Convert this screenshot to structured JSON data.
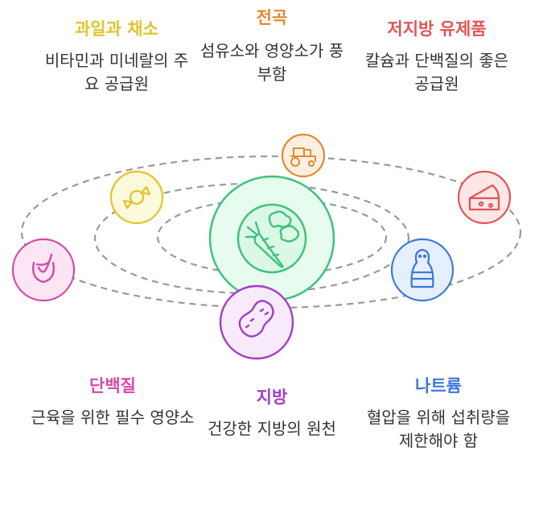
{
  "colors": {
    "fruits": "#e0c42a",
    "grains": "#e08a2e",
    "dairy": "#e05555",
    "protein": "#d44aa8",
    "fat": "#a23fc2",
    "sodium": "#3d79d8",
    "center": "#3cc47a",
    "orbit": "#999999"
  },
  "center": {
    "icon": "vegetables-carrot-icon"
  },
  "nodes": {
    "fruits": {
      "title": "과일과 채소",
      "desc": "비타민과 미네랄의 주요 공급원",
      "icon": "candy-icon"
    },
    "grains": {
      "title": "전곡",
      "desc": "섬유소와 영양소가 풍부함",
      "icon": "tractor-icon"
    },
    "dairy": {
      "title": "저지방 유제품",
      "desc": "칼슘과 단백질의 좋은 공급원",
      "icon": "cheese-icon"
    },
    "protein": {
      "title": "단백질",
      "desc": "근육을 위한 필수 영양소",
      "icon": "protein-shake-icon"
    },
    "fat": {
      "title": "지방",
      "desc": "건강한 지방의 원천",
      "icon": "peanut-icon"
    },
    "sodium": {
      "title": "나트륨",
      "desc": "혈압을 위해 섭취량을 제한해야 함",
      "icon": "salt-shaker-icon"
    }
  }
}
